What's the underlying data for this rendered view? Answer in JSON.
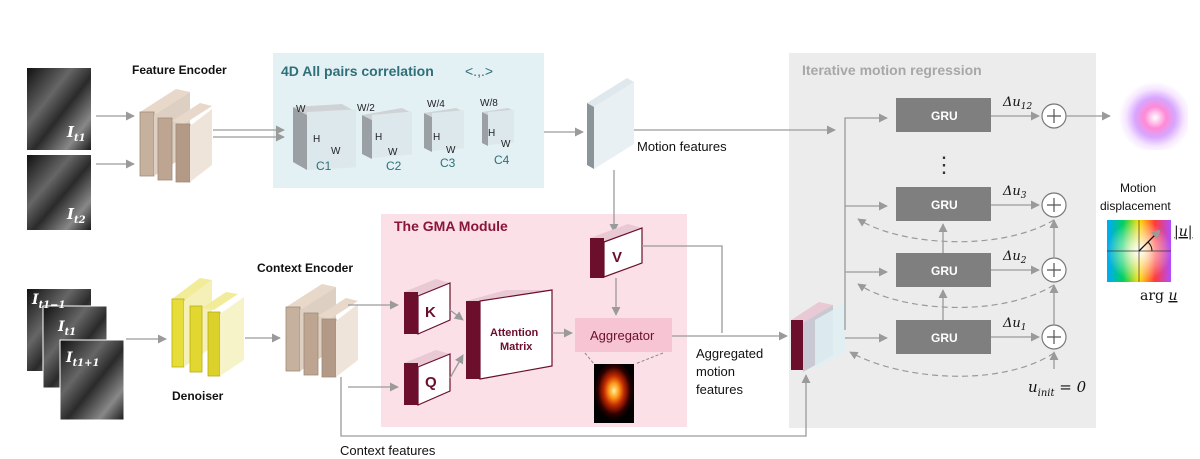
{
  "encoders": {
    "feature_encoder": "Feature Encoder",
    "context_encoder": "Context Encoder",
    "denoiser": "Denoiser"
  },
  "inputs": {
    "frame1": {
      "base": "I",
      "sub": "t1"
    },
    "frame2": {
      "base": "I",
      "sub": "t2"
    },
    "stack": [
      {
        "base": "I",
        "sub": "t1−1"
      },
      {
        "base": "I",
        "sub": "t1"
      },
      {
        "base": "I",
        "sub": "t1+1"
      }
    ]
  },
  "correlation": {
    "title": "4D All pairs correlation",
    "notation": "<.,.>",
    "levels": [
      {
        "w": "W",
        "h": "H",
        "d": "W",
        "name": "C1"
      },
      {
        "w": "W/2",
        "h": "H",
        "d": "W",
        "name": "C2"
      },
      {
        "w": "W/4",
        "h": "H",
        "d": "W",
        "name": "C3"
      },
      {
        "w": "W/8",
        "h": "H",
        "d": "W",
        "name": "C4"
      }
    ]
  },
  "gma": {
    "title": "The GMA Module",
    "k": "K",
    "q": "Q",
    "v": "V",
    "attention_line1": "Attention",
    "attention_line2": "Matrix",
    "aggregator": "Aggregator"
  },
  "features": {
    "motion": "Motion features",
    "aggregated_l1": "Aggregated",
    "aggregated_l2": "motion",
    "aggregated_l3": "features",
    "context": "Context features"
  },
  "regression": {
    "title": "Iterative motion regression",
    "gru_label": "GRU",
    "deltas": [
      {
        "base": "Δu",
        "sub": "12"
      },
      {
        "base": "Δu",
        "sub": "3"
      },
      {
        "base": "Δu",
        "sub": "2"
      },
      {
        "base": "Δu",
        "sub": "1"
      }
    ],
    "ellipsis": "⋮",
    "init": {
      "base": "u",
      "sub": "init",
      "rest": " = 0"
    }
  },
  "legend": {
    "title_l1": "Motion",
    "title_l2": "displacement",
    "magnitude": "|u|",
    "angle_prefix": "arg ",
    "angle_var": "u"
  },
  "colors": {
    "corr_panel": "#e3f1f4",
    "gma_panel": "#fbe0e8",
    "regression_panel": "#ececec",
    "gru": "#7f7f7f",
    "maroon": "#6b0f2c",
    "teal_text": "#2f6f78",
    "aggregator": "#f6c4d2",
    "denoiser": "#e6dc3a",
    "encoder_block": "#c6b09e",
    "arrow": "#9a9a9a"
  }
}
